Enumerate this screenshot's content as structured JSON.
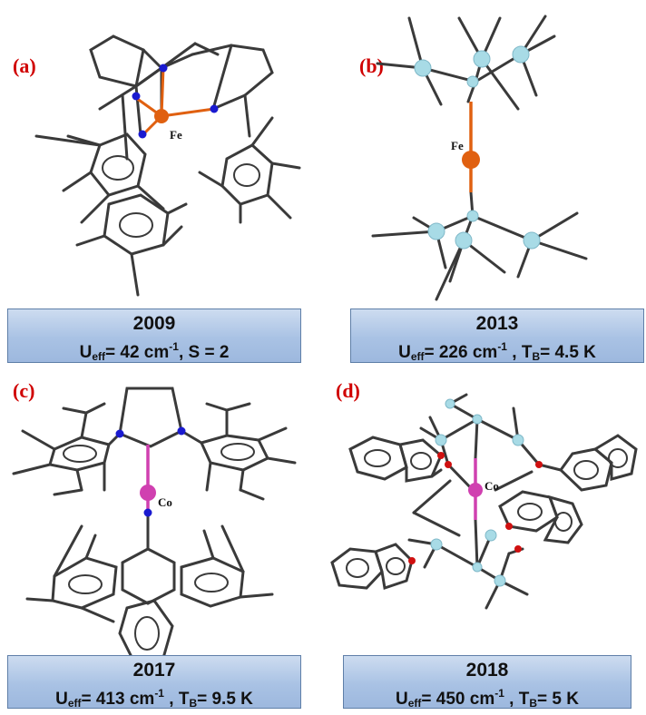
{
  "panels": [
    {
      "label": "(a)",
      "metal": "Fe",
      "caption": {
        "year": "2009",
        "u_prefix": "U",
        "u_sub": "eff",
        "u_value": "= 42 cm",
        "u_sup": "-1",
        "extra": ", S = 2"
      }
    },
    {
      "label": "(b)",
      "metal": "Fe",
      "caption": {
        "year": "2013",
        "u_prefix": "U",
        "u_sub": "eff",
        "u_value": "= 226 cm",
        "u_sup": "-1",
        "t_text": " , T",
        "t_sub": "B",
        "t_value": "= 4.5 K"
      }
    },
    {
      "label": "(c)",
      "metal": "Co",
      "caption": {
        "year": "2017",
        "u_prefix": "U",
        "u_sub": "eff",
        "u_value": "= 413 cm",
        "u_sup": "-1",
        "t_text": " , T",
        "t_sub": "B",
        "t_value": "= 9.5 K"
      }
    },
    {
      "label": "(d)",
      "metal": "Co",
      "caption": {
        "year": "2018",
        "u_prefix": "U",
        "u_sub": "eff",
        "u_value": "= 450 cm",
        "u_sup": "-1",
        "t_text": " , T",
        "t_sub": "B",
        "t_value": "= 5 K"
      }
    }
  ],
  "colors": {
    "fe": "#e06010",
    "co": "#d040b0",
    "nitrogen": "#1a1ad0",
    "oxygen": "#d01010",
    "silicon": "#a8dbe6",
    "bond": "#3a3a3a",
    "label": "#d00000"
  }
}
